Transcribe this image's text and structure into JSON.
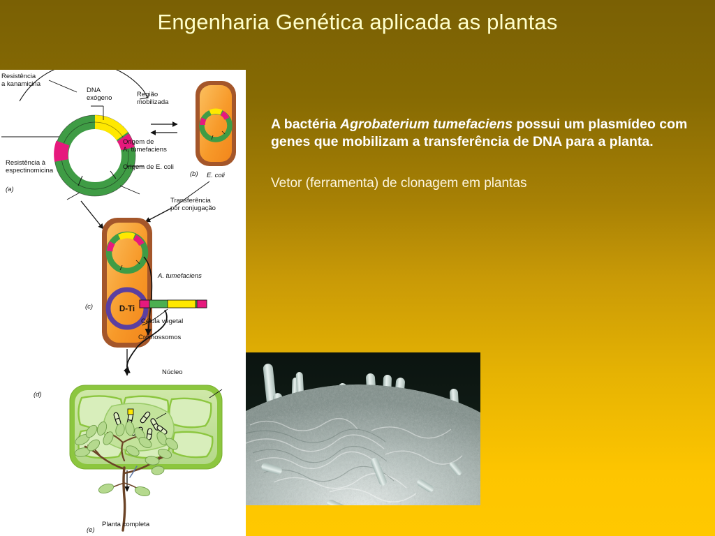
{
  "slide": {
    "title": "Engenharia Genética aplicada as plantas",
    "background": {
      "gradient_top": "#7a6004",
      "gradient_mid": "#c99a06",
      "gradient_bottom": "#ffc800",
      "title_color": "#ffffcc"
    }
  },
  "body": {
    "paragraph_1_prefix": "A bactéria ",
    "paragraph_1_italic": "Agrobaterium tumefaciens",
    "paragraph_1_suffix": " possui um plasmídeo com genes que mobilizam a transferência de DNA para a planta.",
    "paragraph_2": "Vetor (ferramenta) de clonagem em plantas"
  },
  "figure": {
    "caption_a_tag": "(a)",
    "caption_b_tag": "(b)",
    "caption_c_tag": "(c)",
    "caption_d_tag": "(d)",
    "caption_e_tag": "(e)",
    "labels": {
      "kanamycin": "Resistência\na kanamicina",
      "exogenous_dna": "DNA\nexógeno",
      "mobilized_region": "Região\nmobilizada",
      "spectinomycin": "Resistência à\nespectinomicina",
      "origin_agro": "Origem de\nA. tumefaciens",
      "origin_ecoli": "Origem de E. coli",
      "ecoli_cell": "E. coli",
      "conjugation": "Transferência\npor conjugação",
      "agro_cell": "A. tumefaciens",
      "ti_plasmid": "D-Ti",
      "plant_cell": "Célula vegetal",
      "chromosomes": "Cromossomos",
      "nucleus": "Núcleo",
      "complete_plant": "Planta completa"
    },
    "colors": {
      "plasmid_green": "#4caf50",
      "plasmid_yellow": "#ffe800",
      "plasmid_magenta": "#e6197d",
      "cell_wall_brown": "#a4562a",
      "cytoplasm_orange": "#f5992c",
      "ti_purple": "#5b3fa0",
      "plant_green": "#b9dd8c",
      "stem_brown": "#6b4326"
    }
  },
  "micrograph": {
    "alt": "Micrografia eletrônica de varredura: bactérias em forma de bastonete sobre superfície vegetal",
    "background_color": "#0d1510"
  }
}
